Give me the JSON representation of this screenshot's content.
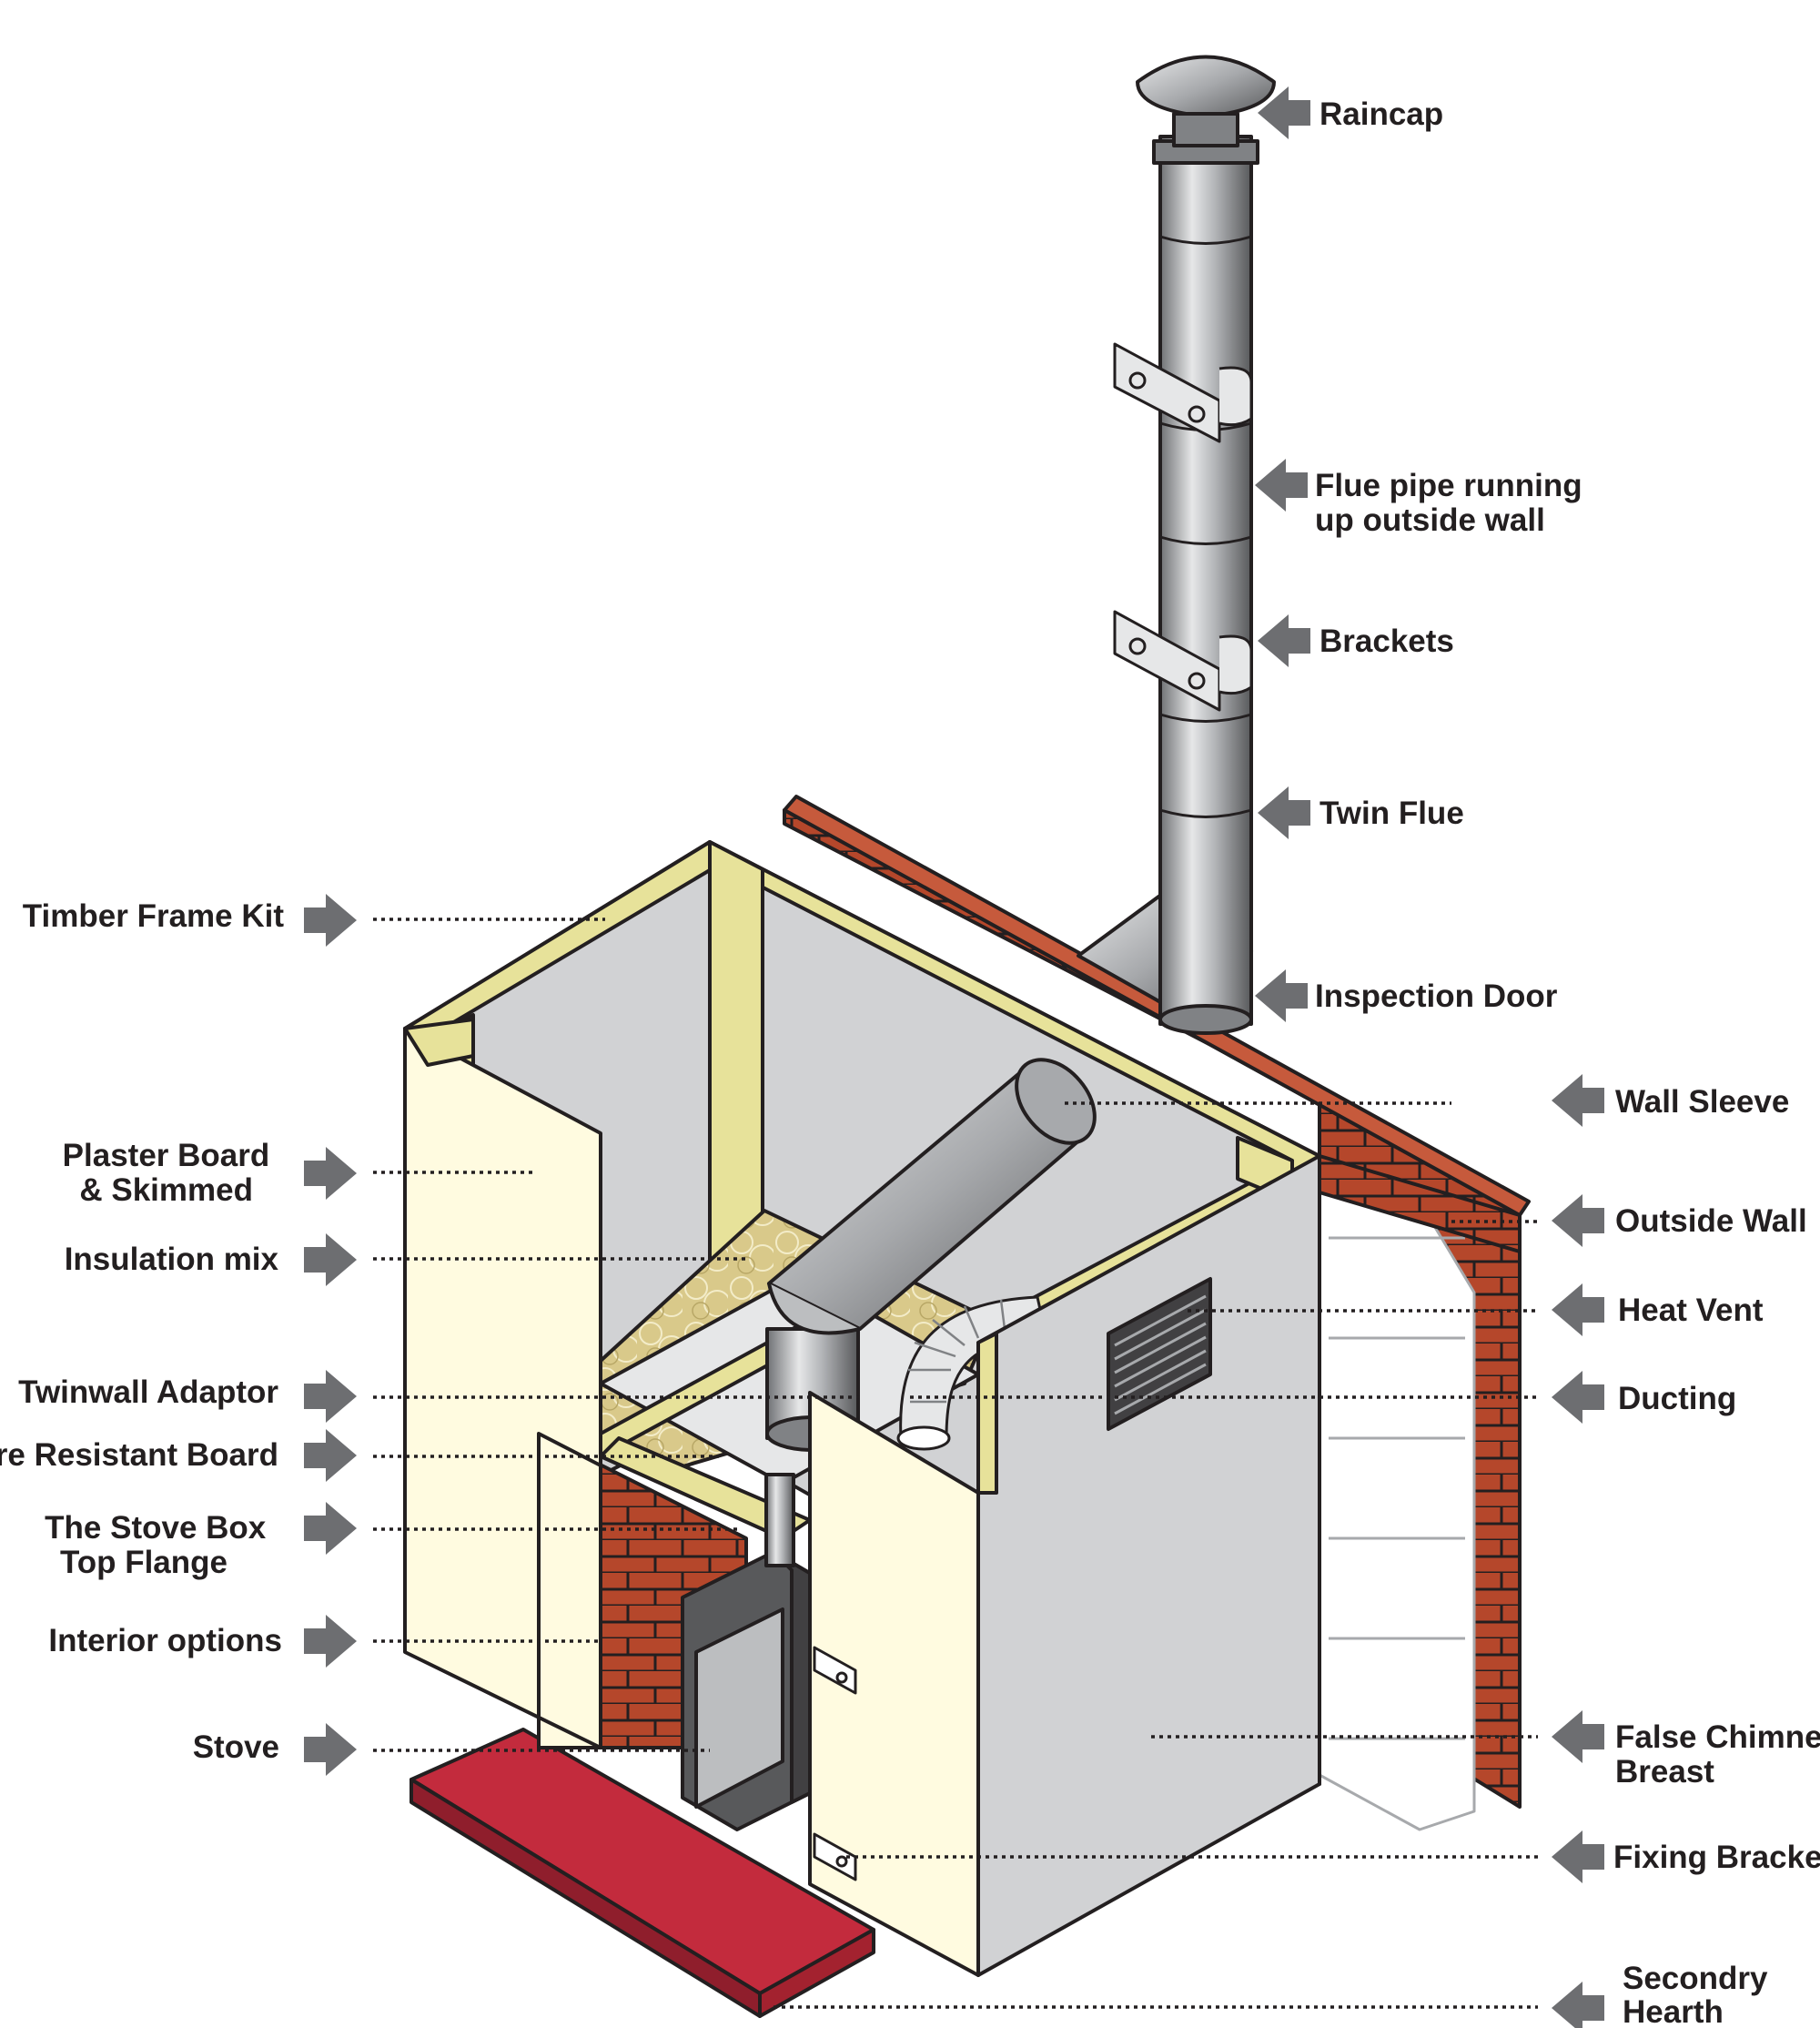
{
  "labels": {
    "raincap": "Raincap",
    "flue_pipe_line1": "Flue pipe running",
    "flue_pipe_line2": "up outside wall",
    "brackets": "Brackets",
    "twin_flue": "Twin Flue",
    "inspection_door": "Inspection Door",
    "wall_sleeve": "Wall Sleeve",
    "outside_wall": "Outside Wall",
    "heat_vent": "Heat Vent",
    "ducting": "Ducting",
    "false_chimney_line1": "False Chimney",
    "false_chimney_line2": "Breast",
    "fixing_brackets": "Fixing Brackets",
    "secondary_hearth_line1": "Secondry",
    "secondary_hearth_line2": "Hearth",
    "timber_frame_kit": "Timber Frame Kit",
    "plaster_board_line1": "Plaster Board",
    "plaster_board_line2": "& Skimmed",
    "insulation_mix": "Insulation mix",
    "twinwall_adaptor": "Twinwall Adaptor",
    "fire_resistant_board": "Fire Resistant Board",
    "stove_box_line1": "The Stove Box",
    "stove_box_line2": "Top Flange",
    "interior_options": "Interior options",
    "stove": "Stove"
  },
  "colors": {
    "brick": "#b5472b",
    "timber": "#e7e29a",
    "plaster": "#fffbe0",
    "board": "#d1d2d4",
    "hearth": "#c32b3d",
    "flue": "#9d9fa2",
    "arrow": "#6d6e71"
  }
}
